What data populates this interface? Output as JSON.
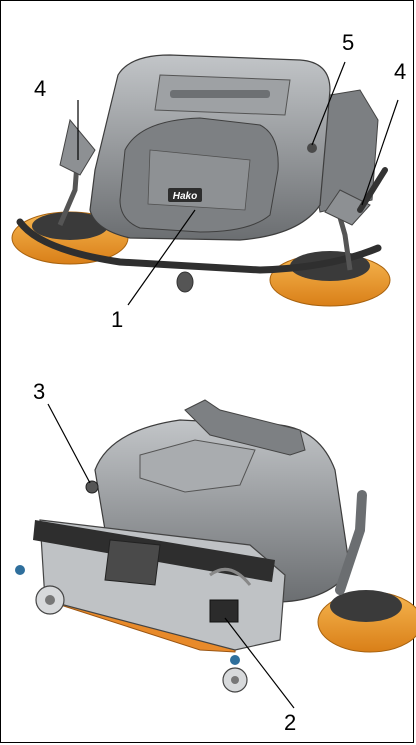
{
  "figure": {
    "brand": "Hako",
    "callouts": {
      "c1": "1",
      "c2": "2",
      "c3": "3",
      "c4a": "4",
      "c4b": "4",
      "c5": "5"
    }
  },
  "colors": {
    "body_gray": "#8c8f92",
    "body_dark": "#5a5d60",
    "body_light": "#b9bcbf",
    "brush_orange": "#f2a23a",
    "frame_black": "#2b2b2b"
  }
}
